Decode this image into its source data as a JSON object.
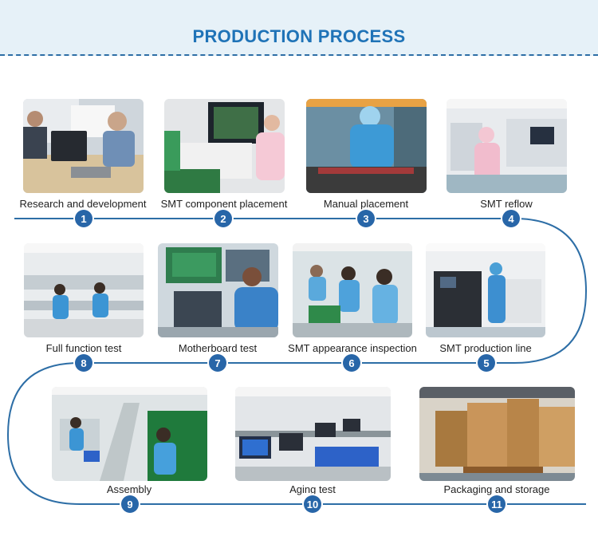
{
  "header": {
    "title": "PRODUCTION PROCESS"
  },
  "colors": {
    "accent": "#2866a8",
    "title": "#1f73b7",
    "header_bg": "#e6f1f8",
    "line": "#2d6ea6"
  },
  "steps": [
    {
      "number": "1",
      "label": "Research and development",
      "icon": "research-photo-icon"
    },
    {
      "number": "2",
      "label": "SMT component placement",
      "icon": "smt-placement-photo-icon"
    },
    {
      "number": "3",
      "label": "Manual placement",
      "icon": "manual-placement-photo-icon"
    },
    {
      "number": "4",
      "label": "SMT reflow",
      "icon": "smt-reflow-photo-icon"
    },
    {
      "number": "5",
      "label": "SMT production line",
      "icon": "smt-line-photo-icon"
    },
    {
      "number": "6",
      "label": "SMT appearance inspection",
      "icon": "inspection-photo-icon"
    },
    {
      "number": "7",
      "label": "Motherboard test",
      "icon": "motherboard-test-photo-icon"
    },
    {
      "number": "8",
      "label": "Full function test",
      "icon": "function-test-photo-icon"
    },
    {
      "number": "9",
      "label": "Assembly",
      "icon": "assembly-photo-icon"
    },
    {
      "number": "10",
      "label": "Aging test",
      "icon": "aging-test-photo-icon"
    },
    {
      "number": "11",
      "label": "Packaging and storage",
      "icon": "packaging-photo-icon"
    }
  ]
}
